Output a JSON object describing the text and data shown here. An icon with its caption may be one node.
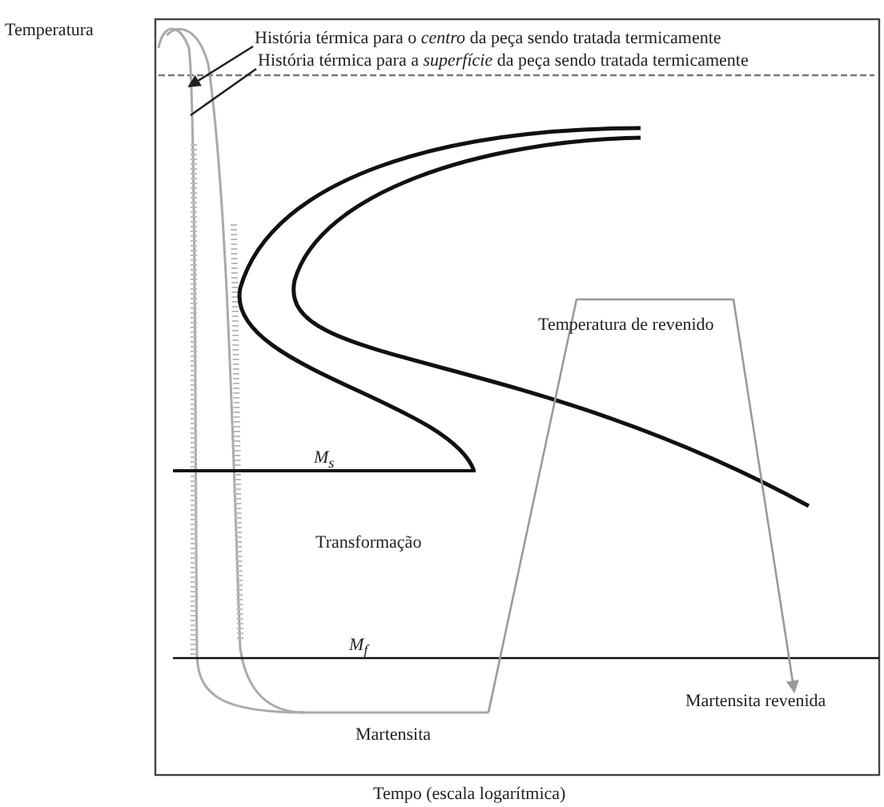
{
  "diagram": {
    "nodes": [
      {
        "text": [
          "História térmica para o *centro* da peça sendo tratada termicamente"
        ]
      },
      {
        "text": [
          "História térmica para a *superfície* da peça sendo tratada termicamente"
        ]
      },
      {
        "text": [
          "Martensita revenida"
        ]
      }
    ],
    "edges": [
      {
        "from": 0,
        "to": null,
        "arrow": "to"
      },
      {
        "from": 1,
        "to": null,
        "arrow": "none"
      },
      {
        "from": null,
        "to": 2,
        "arrow": "to",
        "color": "#9a9a9a"
      }
    ],
    "labels": [
      "Temperatura",
      "Temperatura de revenido",
      "M$_{s}$",
      "Transformação",
      "M$_{f}$",
      "Martensita",
      "Tempo (escala logarítmica)"
    ]
  }
}
